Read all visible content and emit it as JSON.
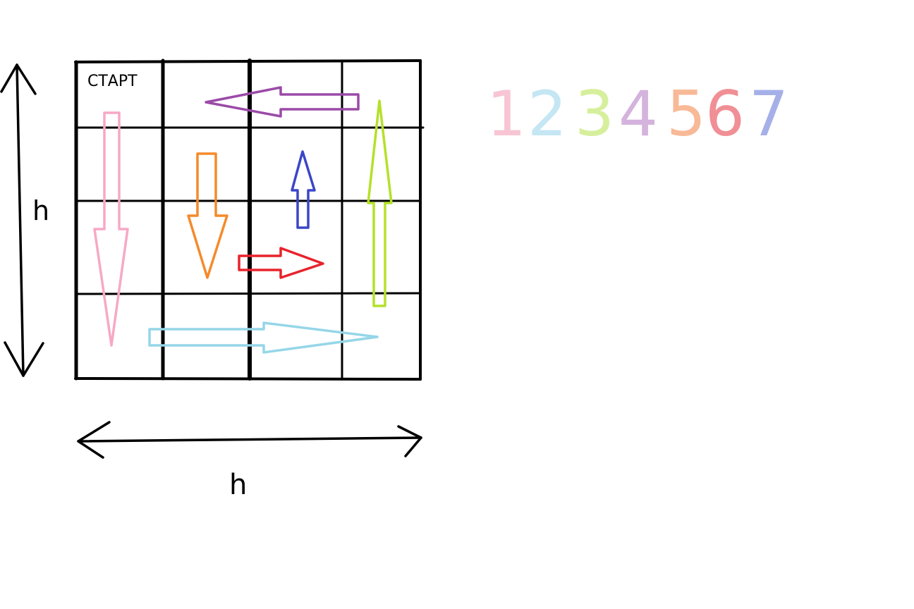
{
  "grid": {
    "rows": 4,
    "cols": 4,
    "start_label": "СТАРТ"
  },
  "dimensions": {
    "height_label": "h",
    "width_label": "h"
  },
  "sequence_numbers": [
    {
      "text": "1",
      "color": "#f7c5d3"
    },
    {
      "text": "2",
      "color": "#c5e6f3"
    },
    {
      "text": "3",
      "color": "#d6ef9c"
    },
    {
      "text": "4",
      "color": "#d4b3dd"
    },
    {
      "text": "5",
      "color": "#f8b997"
    },
    {
      "text": "6",
      "color": "#f08f95"
    },
    {
      "text": "7",
      "color": "#a5b0e8"
    }
  ],
  "arrows": [
    {
      "order": 1,
      "direction": "down",
      "color": "#f7a8c6"
    },
    {
      "order": 2,
      "direction": "right",
      "color": "#95d6e8"
    },
    {
      "order": 3,
      "direction": "up",
      "color": "#b5e02a"
    },
    {
      "order": 4,
      "direction": "left",
      "color": "#9b4aa8"
    },
    {
      "order": 5,
      "direction": "down",
      "color": "#f58a2a"
    },
    {
      "order": 6,
      "direction": "right",
      "color": "#e8232c"
    },
    {
      "order": 7,
      "direction": "up",
      "color": "#3a46c8"
    }
  ]
}
